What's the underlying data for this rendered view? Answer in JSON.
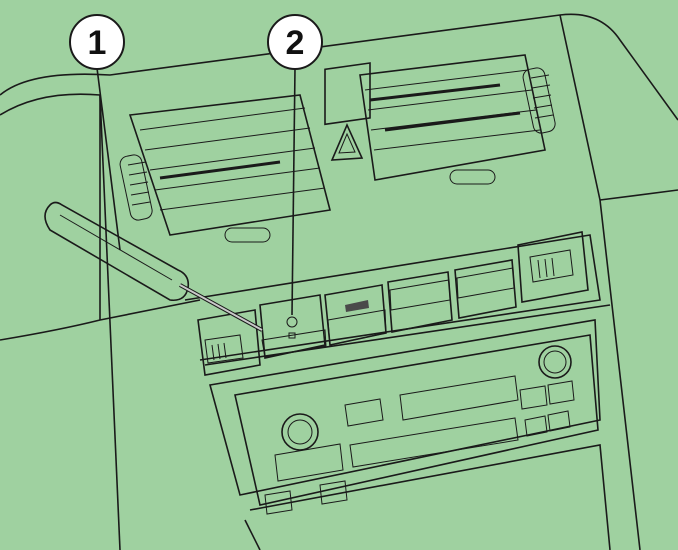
{
  "callouts": [
    {
      "id": "1",
      "label": "1"
    },
    {
      "id": "2",
      "label": "2"
    }
  ],
  "colors": {
    "background": "#9fd1a0",
    "panel": "#a9d6a7",
    "switch_face": "#a8c7a6",
    "switch_dark": "#4a4a4a",
    "screwdriver_handle": "#c9a27a",
    "outline": "#1a1a1a",
    "callout_fill": "#ffffff"
  },
  "icons": {
    "hazard": "hazard-triangle-icon",
    "tool": "screwdriver-icon"
  }
}
